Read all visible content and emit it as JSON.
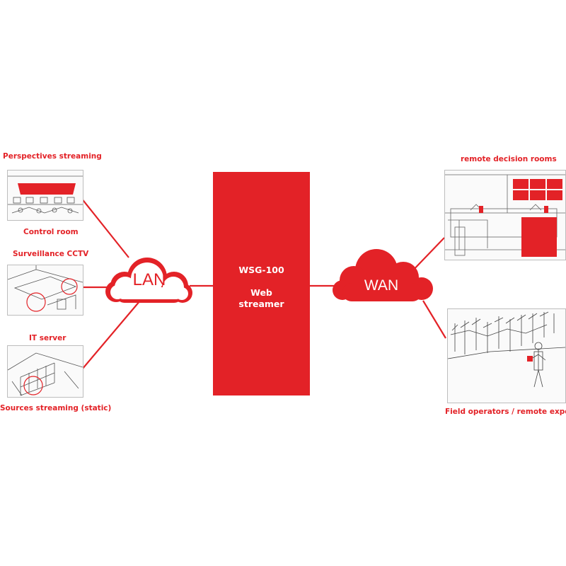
{
  "colors": {
    "accent": "#e32227",
    "line": "#e32227",
    "sketch": "#555555"
  },
  "left_sources": [
    {
      "top_label": "Perspectives streaming",
      "bottom_label": "Control room",
      "image": "control-room-sketch"
    },
    {
      "top_label": "Surveillance CCTV",
      "image": "cctv-room-sketch"
    },
    {
      "top_label": "IT server",
      "bottom_label": "Sources streaming (static)",
      "image": "server-room-sketch"
    }
  ],
  "lan_cloud": {
    "label": "LAN"
  },
  "center_box": {
    "title": "WSG-100",
    "subtitle": "Web\nstreamer"
  },
  "wan_cloud": {
    "label": "WAN"
  },
  "right_destinations": [
    {
      "label": "remote decision rooms",
      "image": "decision-room-sketch"
    },
    {
      "label": "Field operators / remote experts",
      "image": "field-operator-sketch"
    }
  ]
}
